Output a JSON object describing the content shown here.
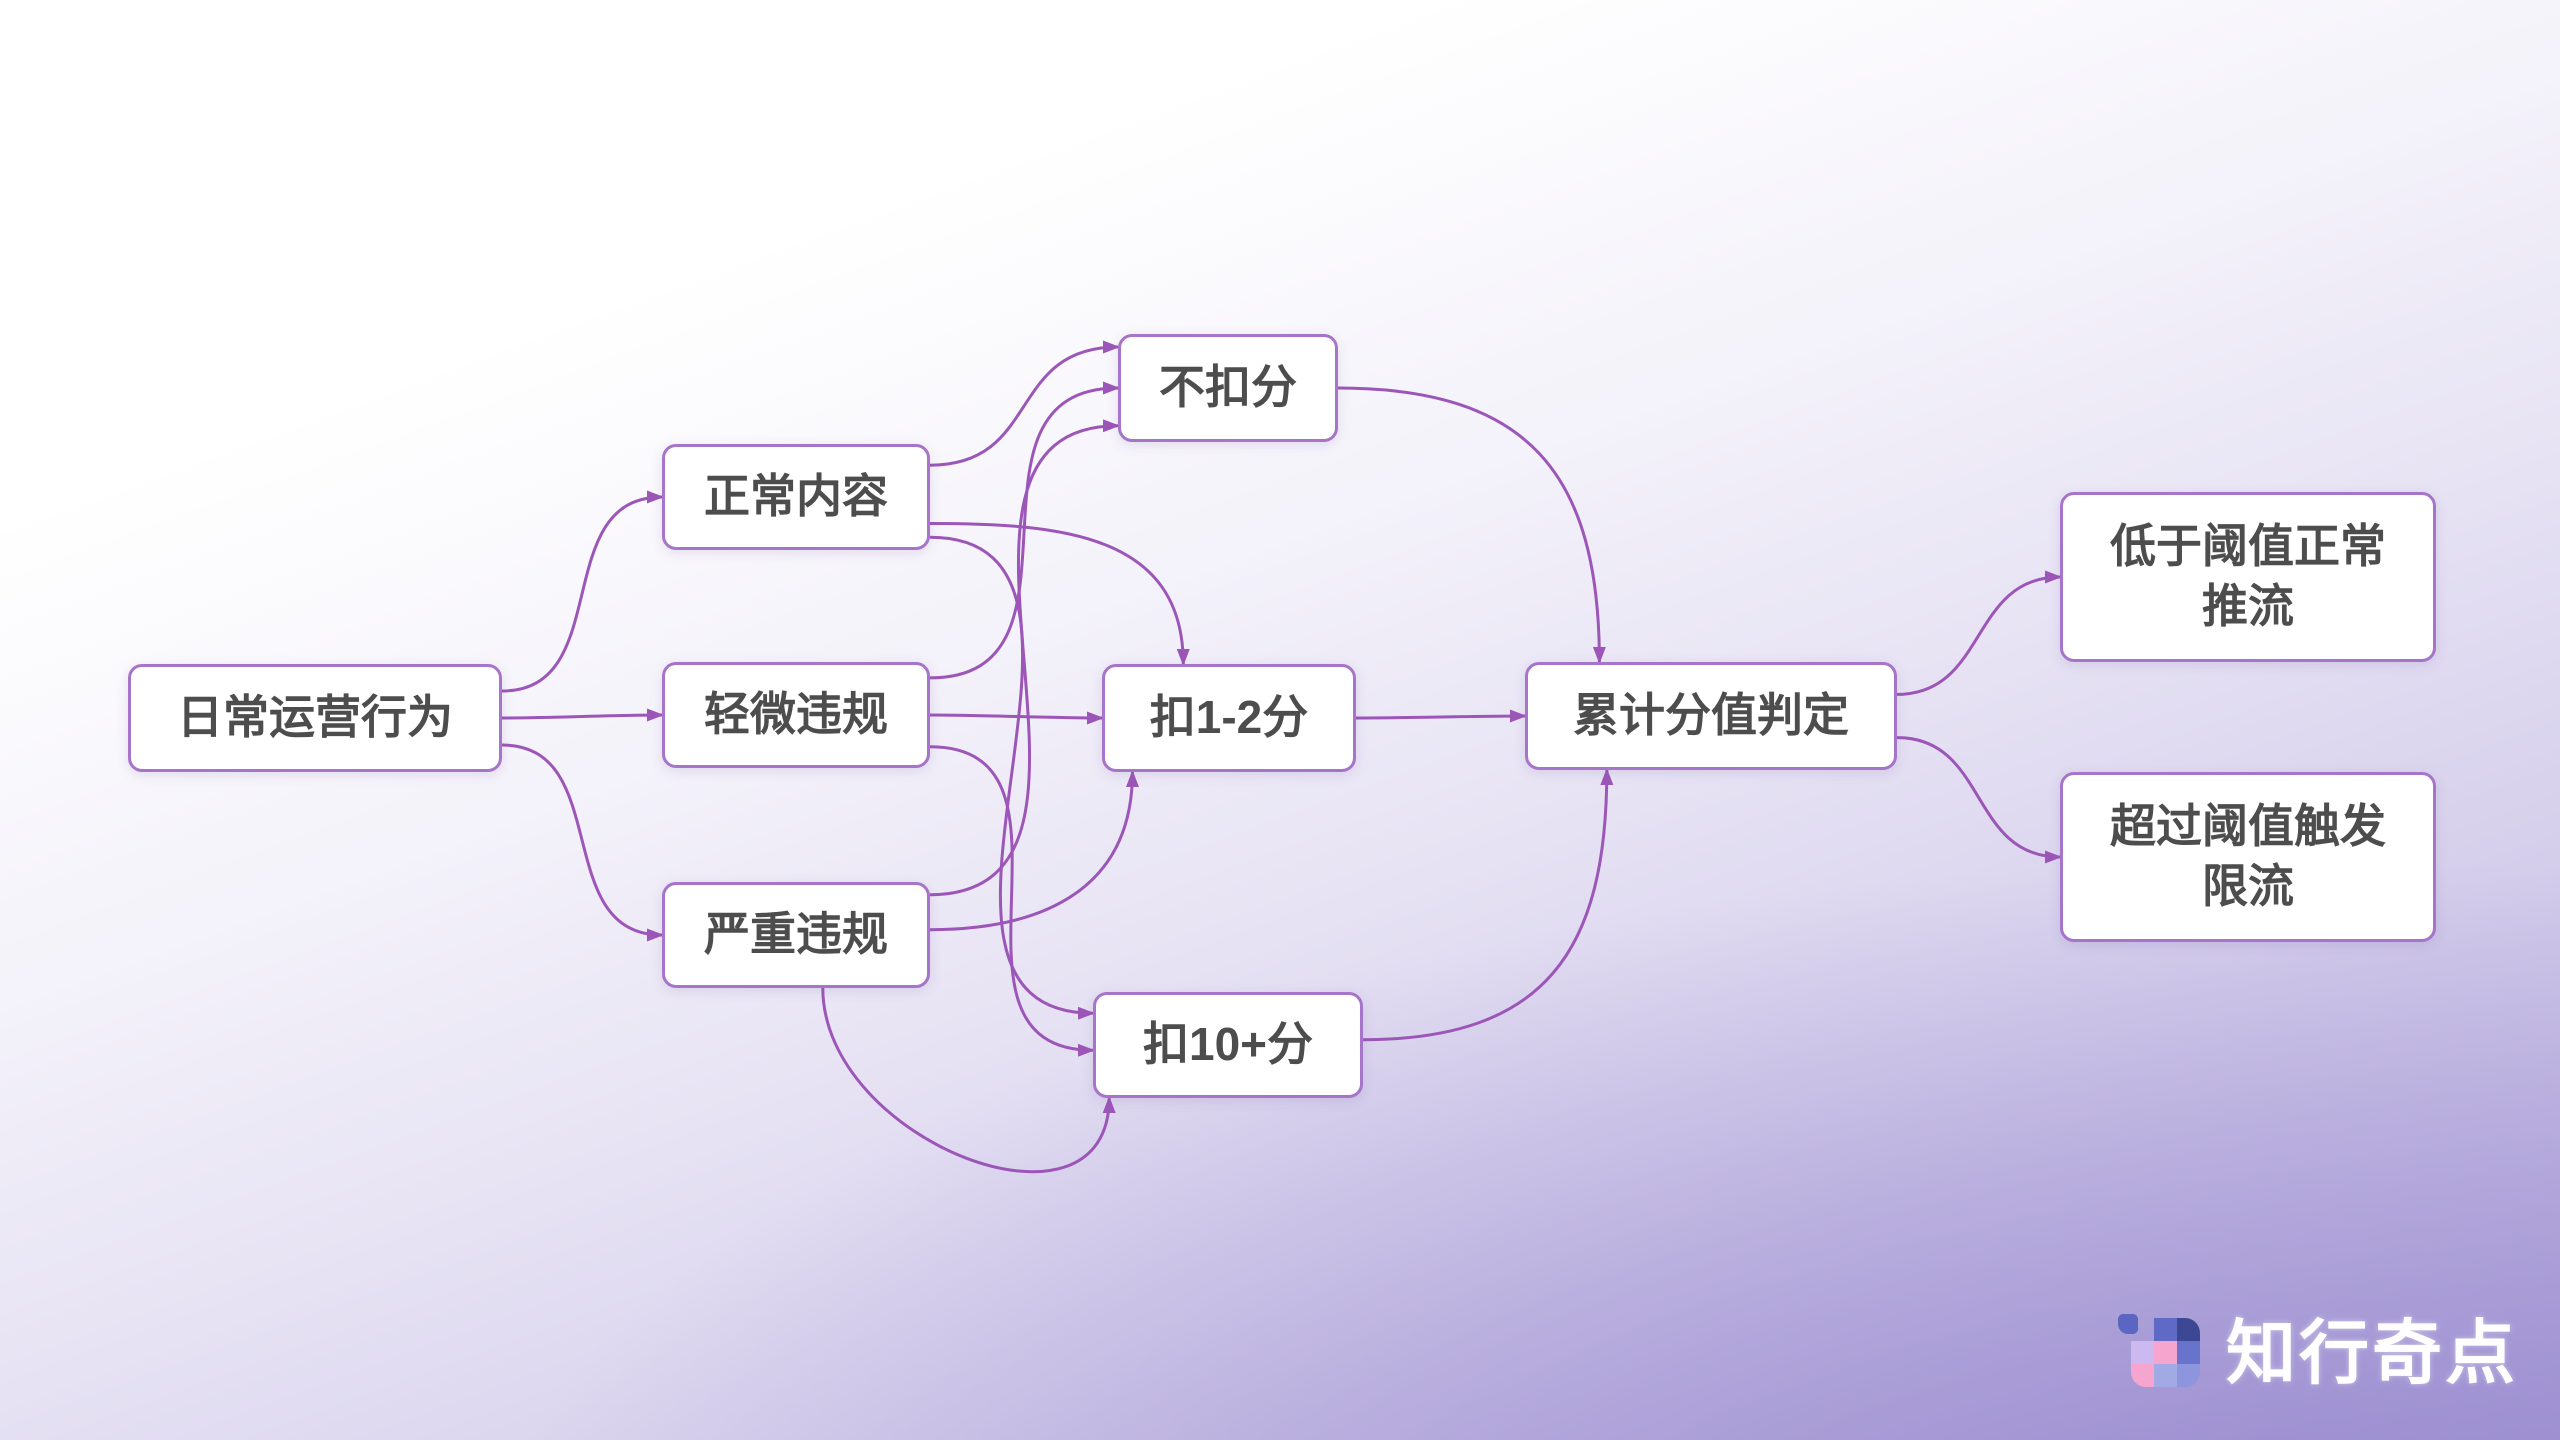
{
  "diagram_title": "",
  "colors": {
    "edge": "#9c56b8",
    "node_border": "#a674c9",
    "node_text": "#4d4d4d",
    "node_bg": "#ffffff",
    "background_top": "#ffffff",
    "background_bottom_left": "#dcd8f0",
    "background_bottom_right": "#a79dd6"
  },
  "nodes": {
    "daily": {
      "label": "日常运营行为"
    },
    "normal": {
      "label": "正常内容"
    },
    "minor": {
      "label": "轻微违规"
    },
    "severe": {
      "label": "严重违规"
    },
    "no_deduct": {
      "label": "不扣分"
    },
    "deduct_1_2": {
      "label": "扣1-2分"
    },
    "deduct_10": {
      "label": "扣10+分"
    },
    "judge": {
      "label": "累计分值判定"
    },
    "below_threshold": {
      "label": "低于阈值正常\n推流"
    },
    "above_threshold": {
      "label": "超过阈值触发\n限流"
    }
  },
  "edges": [
    {
      "from": "daily",
      "from_side": "right",
      "from_t": 0.25,
      "to": "normal",
      "to_side": "left",
      "to_t": 0.5,
      "bend": 0.45
    },
    {
      "from": "daily",
      "from_side": "right",
      "from_t": 0.5,
      "to": "minor",
      "to_side": "left",
      "to_t": 0.5,
      "bend": 0.3
    },
    {
      "from": "daily",
      "from_side": "right",
      "from_t": 0.75,
      "to": "severe",
      "to_side": "left",
      "to_t": 0.5,
      "bend": 0.45
    },
    {
      "from": "normal",
      "from_side": "right",
      "from_t": 0.2,
      "to": "no_deduct",
      "to_side": "left",
      "to_t": 0.12,
      "bend": 0.5
    },
    {
      "from": "minor",
      "from_side": "right",
      "from_t": 0.15,
      "to": "no_deduct",
      "to_side": "left",
      "to_t": 0.5,
      "bend": 0.5
    },
    {
      "from": "severe",
      "from_side": "right",
      "from_t": 0.12,
      "to": "no_deduct",
      "to_side": "left",
      "to_t": 0.85,
      "bend": 0.45
    },
    {
      "from": "normal",
      "from_side": "right",
      "from_t": 0.75,
      "to": "deduct_1_2",
      "to_side": "top",
      "to_t": 0.32,
      "bend": 0.45
    },
    {
      "from": "minor",
      "from_side": "right",
      "from_t": 0.5,
      "to": "deduct_1_2",
      "to_side": "left",
      "to_t": 0.5,
      "bend": 0.3
    },
    {
      "from": "severe",
      "from_side": "right",
      "from_t": 0.45,
      "to": "deduct_1_2",
      "to_side": "bottom",
      "to_t": 0.12,
      "bend": 0.45
    },
    {
      "from": "normal",
      "from_side": "right",
      "from_t": 0.88,
      "to": "deduct_10",
      "to_side": "left",
      "to_t": 0.2,
      "bend": 0.45
    },
    {
      "from": "minor",
      "from_side": "right",
      "from_t": 0.8,
      "to": "deduct_10",
      "to_side": "left",
      "to_t": 0.55,
      "bend": 0.5
    },
    {
      "from": "severe",
      "from_side": "bottom",
      "from_t": 0.6,
      "to": "deduct_10",
      "to_side": "bottom",
      "to_t": 0.06,
      "bend": 0.5
    },
    {
      "from": "no_deduct",
      "from_side": "right",
      "from_t": 0.5,
      "to": "judge",
      "to_side": "top",
      "to_t": 0.2,
      "bend": 0.5
    },
    {
      "from": "deduct_1_2",
      "from_side": "right",
      "from_t": 0.5,
      "to": "judge",
      "to_side": "left",
      "to_t": 0.5,
      "bend": 0.3
    },
    {
      "from": "deduct_10",
      "from_side": "right",
      "from_t": 0.45,
      "to": "judge",
      "to_side": "bottom",
      "to_t": 0.22,
      "bend": 0.5
    },
    {
      "from": "judge",
      "from_side": "right",
      "from_t": 0.3,
      "to": "below_threshold",
      "to_side": "left",
      "to_t": 0.5,
      "bend": 0.45
    },
    {
      "from": "judge",
      "from_side": "right",
      "from_t": 0.7,
      "to": "above_threshold",
      "to_side": "left",
      "to_t": 0.5,
      "bend": 0.45
    }
  ],
  "logo": {
    "text": "知行奇点",
    "icon": "mosaic-grid-icon",
    "icon_colors": {
      "detached_square": "#5a66c1",
      "top_mid": "#5f6ac6",
      "top_right": "#3d4894",
      "mid_left": "#cbb9f0",
      "mid_mid": "#f6a5cf",
      "mid_right": "#6873cc",
      "bottom_left": "#f6a5cf",
      "bottom_mid": "#a2aae6",
      "bottom_right": "#8d95de"
    }
  }
}
